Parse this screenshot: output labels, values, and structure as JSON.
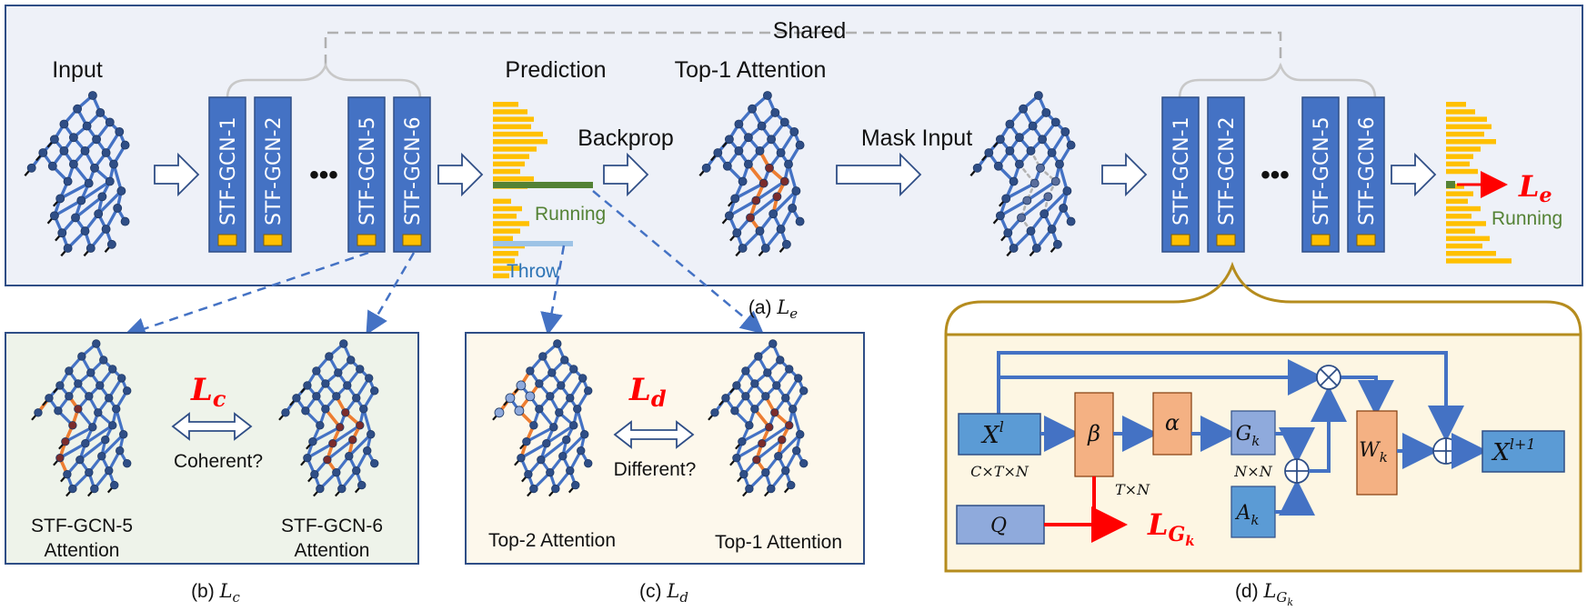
{
  "panel_a": {
    "shared_label": "Shared",
    "input_label": "Input",
    "prediction_label": "Prediction",
    "top1_label": "Top-1 Attention",
    "backprop_label": "Backprop",
    "mask_input_label": "Mask Input",
    "running_label": "Running",
    "throw_label": "Throw",
    "loss_symbol": "L",
    "loss_sub": "e",
    "running_label_2": "Running",
    "caption_prefix": "(a) ",
    "caption_math": "L",
    "caption_sub": "e",
    "gcn_labels_1": [
      "STF-GCN-1",
      "STF-GCN-2",
      "STF-GCN-5",
      "STF-GCN-6"
    ],
    "gcn_labels_2": [
      "STF-GCN-1",
      "STF-GCN-2",
      "STF-GCN-5",
      "STF-GCN-6"
    ],
    "ellipsis": "•••"
  },
  "panel_b": {
    "loss_symbol": "L",
    "loss_sub": "c",
    "question": "Coherent?",
    "left_label_line1": "STF-GCN-5",
    "left_label_line2": "Attention",
    "right_label_line1": "STF-GCN-6",
    "right_label_line2": "Attention",
    "caption_prefix": "(b) ",
    "caption_math": "L",
    "caption_sub": "c"
  },
  "panel_c": {
    "loss_symbol": "L",
    "loss_sub": "d",
    "question": "Different?",
    "left_label": "Top-2 Attention",
    "right_label": "Top-1 Attention",
    "caption_prefix": "(c) ",
    "caption_math": "L",
    "caption_sub": "d"
  },
  "panel_d": {
    "x_label": "X",
    "x_sup": "l",
    "x_dims": "C×T×N",
    "beta": "β",
    "alpha": "α",
    "g_label": "G",
    "g_sub": "k",
    "g_dims": "N×N",
    "a_label": "A",
    "a_sub": "k",
    "w_label": "W",
    "w_sub": "k",
    "q_label": "Q",
    "tn_label": "T×N",
    "out_label": "X",
    "out_sup": "l+1",
    "loss_symbol": "L",
    "loss_sub": "G",
    "loss_subsub": "k",
    "caption_prefix": "(d) ",
    "caption_math": "L",
    "caption_sub": "G",
    "caption_subsub": "k"
  },
  "colors": {
    "panel_a_bg": "#eef1f8",
    "panel_a_border": "#2f4e86",
    "panel_b_bg": "#eef3ea",
    "panel_c_bg": "#fdf8ec",
    "panel_d_bg": "#fdf6e3",
    "panel_d_border": "#b58c1e",
    "gcn_block": "#4472c4",
    "yellow_bar": "#ffc000",
    "green_bar": "#548235",
    "throw_bar": "#9dc3e6",
    "loss_red": "#ff0000",
    "orange_box": "#f4b183",
    "blue_box": "#5b9bd5",
    "q_box": "#8faadc",
    "skeleton_blue": "#4472c4",
    "skeleton_orange": "#ed7d31"
  }
}
